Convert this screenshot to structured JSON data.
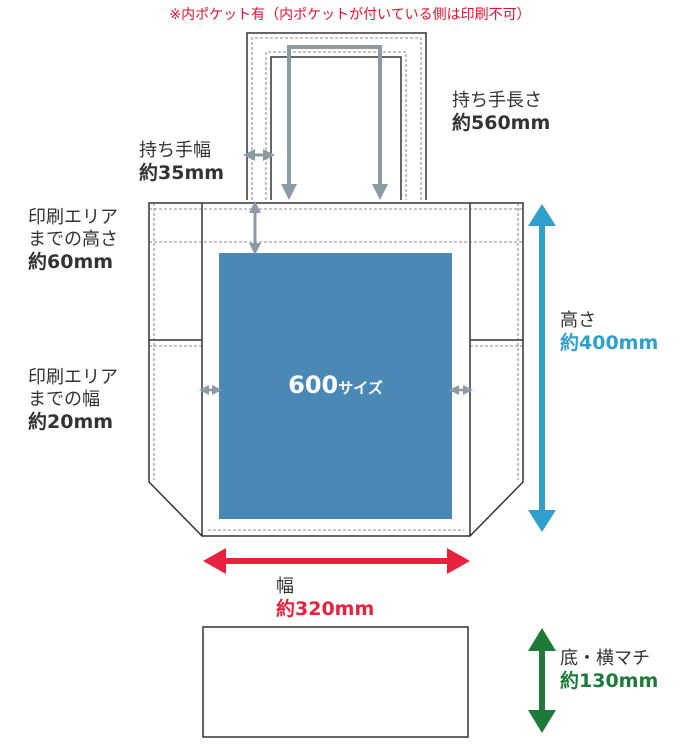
{
  "note": "※内ポケット有（内ポケットが付いている側は印刷不可）",
  "print_area": {
    "size_label": "600",
    "size_suffix": "サイズ"
  },
  "handle_width": {
    "label": "持ち手幅",
    "value": "約35mm"
  },
  "handle_length": {
    "label": "持ち手長さ",
    "value": "約560mm"
  },
  "print_top": {
    "label_line1": "印刷エリア",
    "label_line2": "までの高さ",
    "value": "約60mm"
  },
  "print_side": {
    "label_line1": "印刷エリア",
    "label_line2": "までの幅",
    "value": "約20mm"
  },
  "height": {
    "label": "高さ",
    "value": "約400mm"
  },
  "width": {
    "label": "幅",
    "value": "約320mm"
  },
  "gusset": {
    "label": "底・横マチ",
    "value": "約130mm"
  },
  "colors": {
    "print_area": "#4a88b5",
    "height": "#2f9fcb",
    "width": "#e8213f",
    "gusset": "#1e7a3a",
    "guide": "#8c9aa4",
    "note": "#e8112d"
  }
}
